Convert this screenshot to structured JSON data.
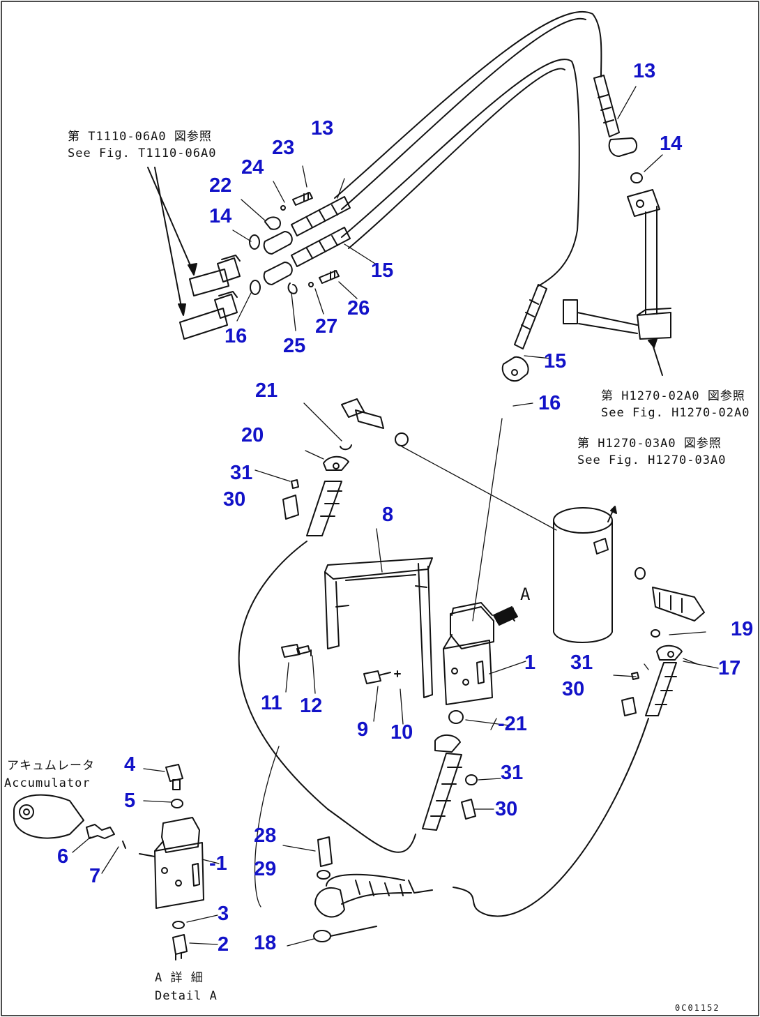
{
  "notes": {
    "ref_1110_jp": "第 T1110-06A0 図参照",
    "ref_1110_en": "See Fig. T1110-06A0",
    "ref_1270_02_jp": "第 H1270-02A0 図参照",
    "ref_1270_02_en": "See Fig. H1270-02A0",
    "ref_1270_03_jp": "第 H1270-03A0 図参照",
    "ref_1270_03_en": "See Fig. H1270-03A0",
    "accumulator_jp": "アキュムレータ",
    "accumulator_en": "Accumulator",
    "detail_jp": "A 詳 細",
    "detail_en": "Detail A",
    "view_arrow": "A",
    "drawing_code": "0C01152"
  },
  "callouts": {
    "c13a": "13",
    "c13b": "13",
    "c14a": "14",
    "c14b": "14",
    "c15a": "15",
    "c15b": "15",
    "c16a": "16",
    "c16b": "16",
    "c17": "17",
    "c18": "18",
    "c19": "19",
    "c20": "20",
    "c21a": "21",
    "c21b": "-21",
    "c22": "22",
    "c23": "23",
    "c24": "24",
    "c25": "25",
    "c26": "26",
    "c27": "27",
    "c28": "28",
    "c29": "29",
    "c30a": "30",
    "c30b": "30",
    "c30c": "30",
    "c31a": "31",
    "c31b": "31",
    "c31c": "31",
    "c1a": "1",
    "c1b": "-1",
    "c2": "2",
    "c3": "3",
    "c4": "4",
    "c5": "5",
    "c6": "6",
    "c7": "7",
    "c8": "8",
    "c9": "9",
    "c10": "10",
    "c11": "11",
    "c12": "12"
  },
  "colors": {
    "callout": "#1212c8",
    "line": "#111111"
  }
}
